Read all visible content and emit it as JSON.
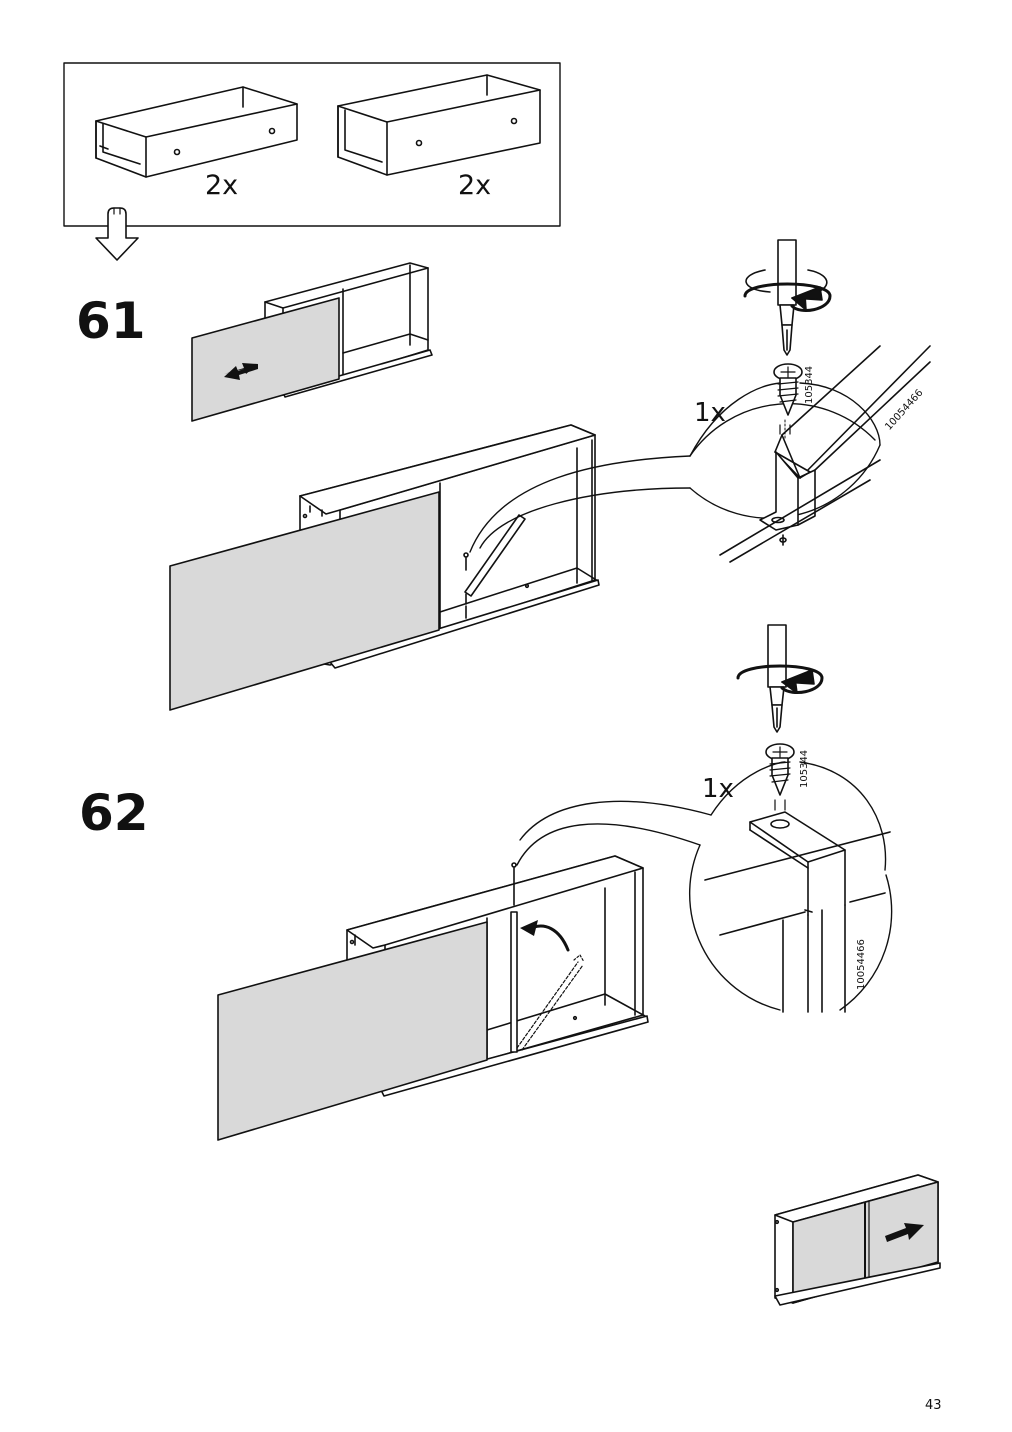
{
  "drawers_box": {
    "qty_left": "2x",
    "qty_right": "2x"
  },
  "step61": {
    "number": "61",
    "screw_qty": "1x",
    "screw_code": "105344",
    "bracket_code": "10054466"
  },
  "step62": {
    "number": "62",
    "screw_qty": "1x",
    "screw_code": "105344",
    "bracket_code": "10054466"
  },
  "page": {
    "number": "43"
  },
  "colors": {
    "ink": "#111111",
    "panel_fill": "#d9d9d9",
    "paper": "#ffffff"
  }
}
